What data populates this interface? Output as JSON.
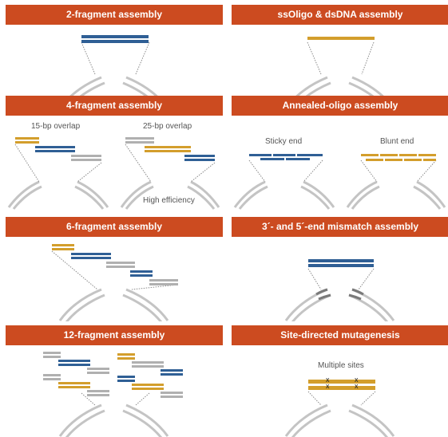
{
  "colors": {
    "header": "#cc4b20",
    "blue": "#2f5f95",
    "gold": "#d39e2c",
    "gray": "#b0b0b0",
    "vector": "#c4c4c4",
    "dots": "#8a8a8a"
  },
  "panels": {
    "two_fragment": {
      "title": "2-fragment assembly"
    },
    "ssoligo": {
      "title": "ssOligo & dsDNA assembly"
    },
    "four_fragment": {
      "title": "4-fragment assembly",
      "left_label": "15-bp overlap",
      "right_label": "25-bp overlap",
      "bottom_label": "High efficiency"
    },
    "annealed_oligo": {
      "title": "Annealed-oligo assembly",
      "left_label": "Sticky end",
      "right_label": "Blunt end"
    },
    "six_fragment": {
      "title": "6-fragment assembly"
    },
    "mismatch": {
      "title": "3´- and 5´-end mismatch assembly"
    },
    "twelve_fragment": {
      "title": "12-fragment assembly"
    },
    "mutagenesis": {
      "title": "Site-directed mutagenesis",
      "label": "Multiple sites",
      "mutation_mark": "x"
    }
  }
}
